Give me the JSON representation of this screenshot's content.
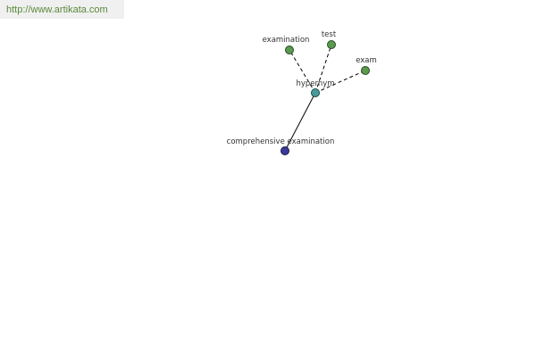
{
  "header": {
    "url": "http://www.artikata.com"
  },
  "colors": {
    "synonym_node": "#5a9a4a",
    "center_node": "#4a9a9a",
    "term_node": "#3a3a9a",
    "edge": "#000000",
    "url_text": "#5a8a3a"
  },
  "graph": {
    "center": {
      "label": "hypernym"
    },
    "term": {
      "label": "comprehensive examination"
    },
    "synonyms": [
      {
        "label": "examination"
      },
      {
        "label": "test"
      },
      {
        "label": "exam"
      }
    ]
  }
}
